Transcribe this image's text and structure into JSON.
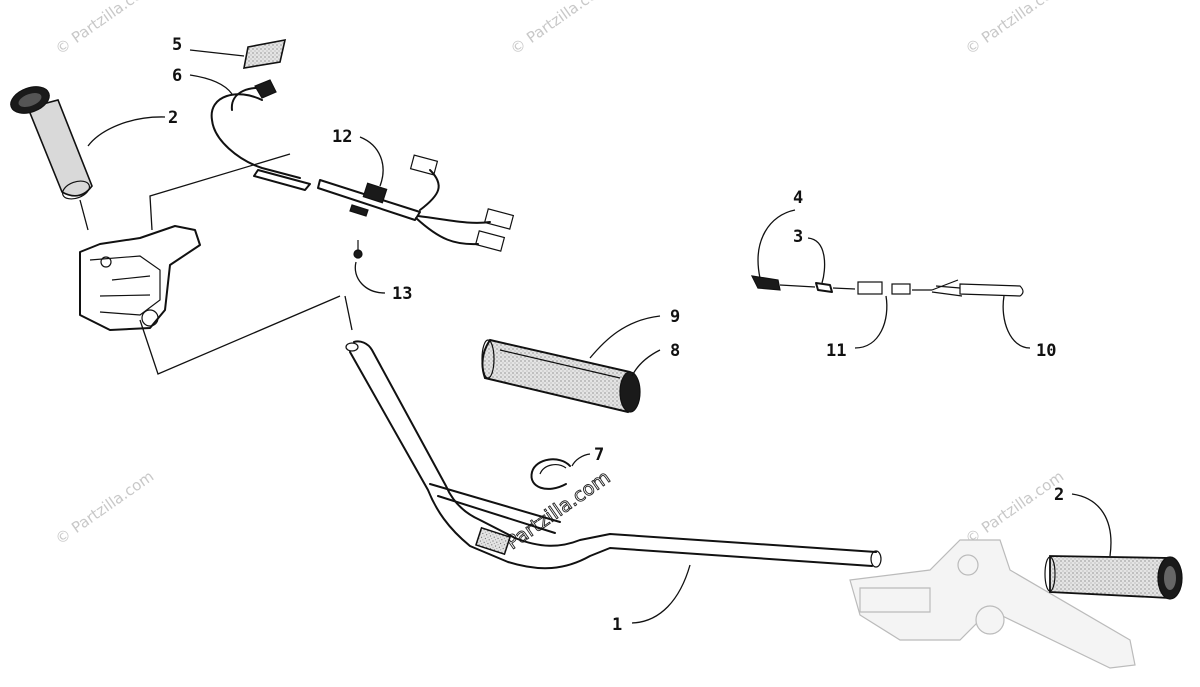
{
  "callouts": {
    "c1": "1",
    "c2a": "2",
    "c2b": "2",
    "c3": "3",
    "c4": "4",
    "c5": "5",
    "c6": "6",
    "c7": "7",
    "c8": "8",
    "c9": "9",
    "c10": "10",
    "c11": "11",
    "c12": "12",
    "c13": "13"
  },
  "watermarks": {
    "small": "© Partzilla.com",
    "center": "Partzilla.com"
  },
  "colors": {
    "line": "#111111",
    "watermark": "#c8c8c8",
    "stipple": "#d9d9d9"
  }
}
